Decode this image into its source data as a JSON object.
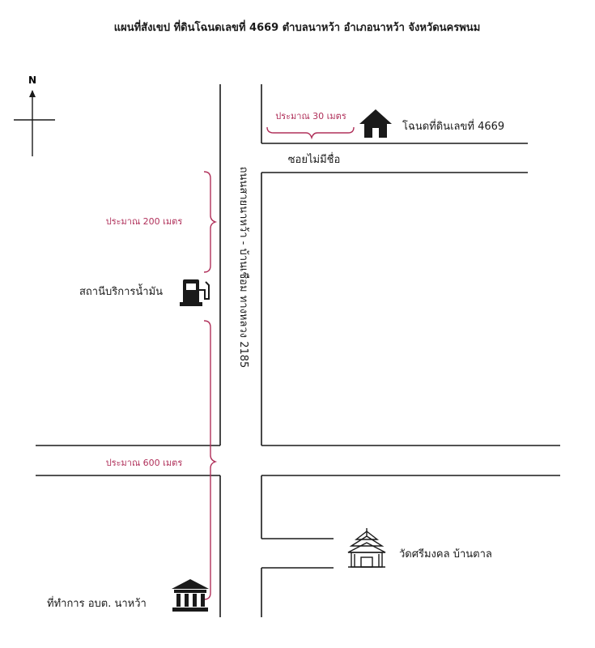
{
  "title": "แผนที่สังเขป  ที่ดินโฉนดเลขที่  4669  ตำบลนาหว้า  อำเภอนาหว้า  จังหวัดนครพนม",
  "compass_label": "N",
  "road_main": "ถนนสายนาหว้า - บ้านเชือม ทางหลวง 2185",
  "soi_label": "ซอยไม่มีชื่อ",
  "parcel_label": "โฉนดที่ดินเลขที่ 4669",
  "gas_station_label": "สถานีบริการน้ำมัน",
  "temple_label": "วัดศรีมงคล บ้านตาล",
  "office_label": "ที่ทำการ อบต. นาหว้า",
  "distances": {
    "d30": "ประมาณ 30 เมตร",
    "d200": "ประมาณ 200 เมตร",
    "d600": "ประมาณ 600 เมตร"
  },
  "colors": {
    "road": "#1a1a1a",
    "distance": "#b0305a"
  }
}
